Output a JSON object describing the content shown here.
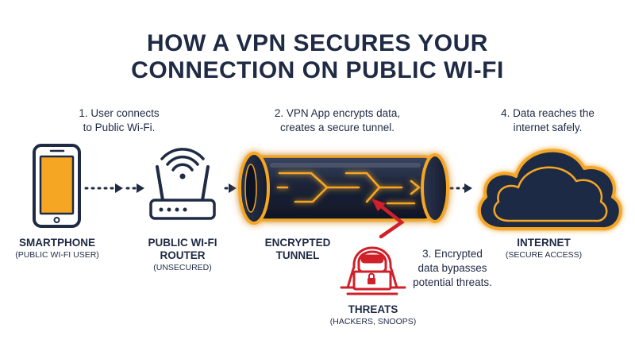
{
  "title": {
    "line1": "HOW A VPN SECURES YOUR",
    "line2": "CONNECTION ON PUBLIC WI-FI"
  },
  "steps": {
    "s1": {
      "line1": "1. User connects",
      "line2": "to Public Wi-Fi."
    },
    "s2": {
      "line1": "2. VPN App encrypts data,",
      "line2": "creates a secure tunnel."
    },
    "s3": {
      "line1": "3. Encrypted",
      "line2": "data bypasses",
      "line3": "potential threats."
    },
    "s4": {
      "line1": "4. Data reaches the",
      "line2": "internet safely."
    }
  },
  "nodes": {
    "smartphone": {
      "main": "SMARTPHONE",
      "sub": "(PUBLIC WI-FI USER)"
    },
    "router": {
      "main1": "PUBLIC WI-FI",
      "main2": "ROUTER",
      "sub": "(UNSECURED)"
    },
    "tunnel": {
      "main1": "ENCRYPTED",
      "main2": "TUNNEL"
    },
    "internet": {
      "main": "INTERNET",
      "sub": "(SECURE ACCESS)"
    },
    "threats": {
      "main": "THREATS",
      "sub": "(HACKERS, SNOOPS)"
    }
  },
  "icons": {
    "smartphone": "smartphone-icon",
    "router": "wifi-router-icon",
    "tunnel": "encrypted-tunnel-icon",
    "cloud": "cloud-icon",
    "hacker": "hacker-icon",
    "arrow": "threat-arrow-icon"
  },
  "colors": {
    "navy": "#1f2a44",
    "orange": "#f5a623",
    "red": "#d0202a"
  }
}
